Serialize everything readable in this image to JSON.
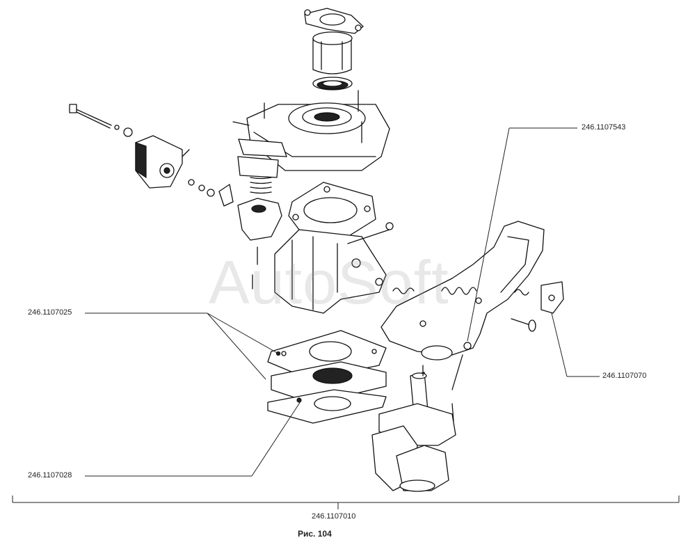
{
  "figure": {
    "caption": "Рис. 104",
    "assembly_number": "246.1107010",
    "watermark": "AutoSoft"
  },
  "callouts": [
    {
      "id": "c1",
      "text": "246.1107543"
    },
    {
      "id": "c2",
      "text": "246.1107025"
    },
    {
      "id": "c3",
      "text": "246.1107070"
    },
    {
      "id": "c4",
      "text": "246.1107028"
    }
  ]
}
